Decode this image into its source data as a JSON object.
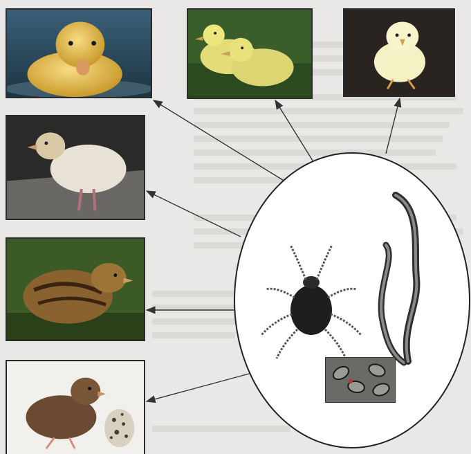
{
  "page": {
    "background_color": "#e9e8e6"
  },
  "diagram": {
    "center": {
      "parasites": [
        "mite",
        "nematode-worm",
        "nematode-worm",
        "parasite-eggs-micrograph"
      ]
    },
    "hosts": [
      {
        "id": "duckling-on-water",
        "icon": "duckling-icon"
      },
      {
        "id": "goslings-on-grass",
        "icon": "goslings-icon"
      },
      {
        "id": "chicken-chick",
        "icon": "chick-icon"
      },
      {
        "id": "turkey-poult",
        "icon": "turkey-poult-icon"
      },
      {
        "id": "pheasant-chick",
        "icon": "pheasant-chick-icon"
      },
      {
        "id": "quail-chick-with-egg",
        "icon": "quail-chick-icon"
      }
    ],
    "colors": {
      "arrow": "#333333",
      "circle_border": "#222222",
      "photo_border": "#2a2a2a"
    }
  }
}
